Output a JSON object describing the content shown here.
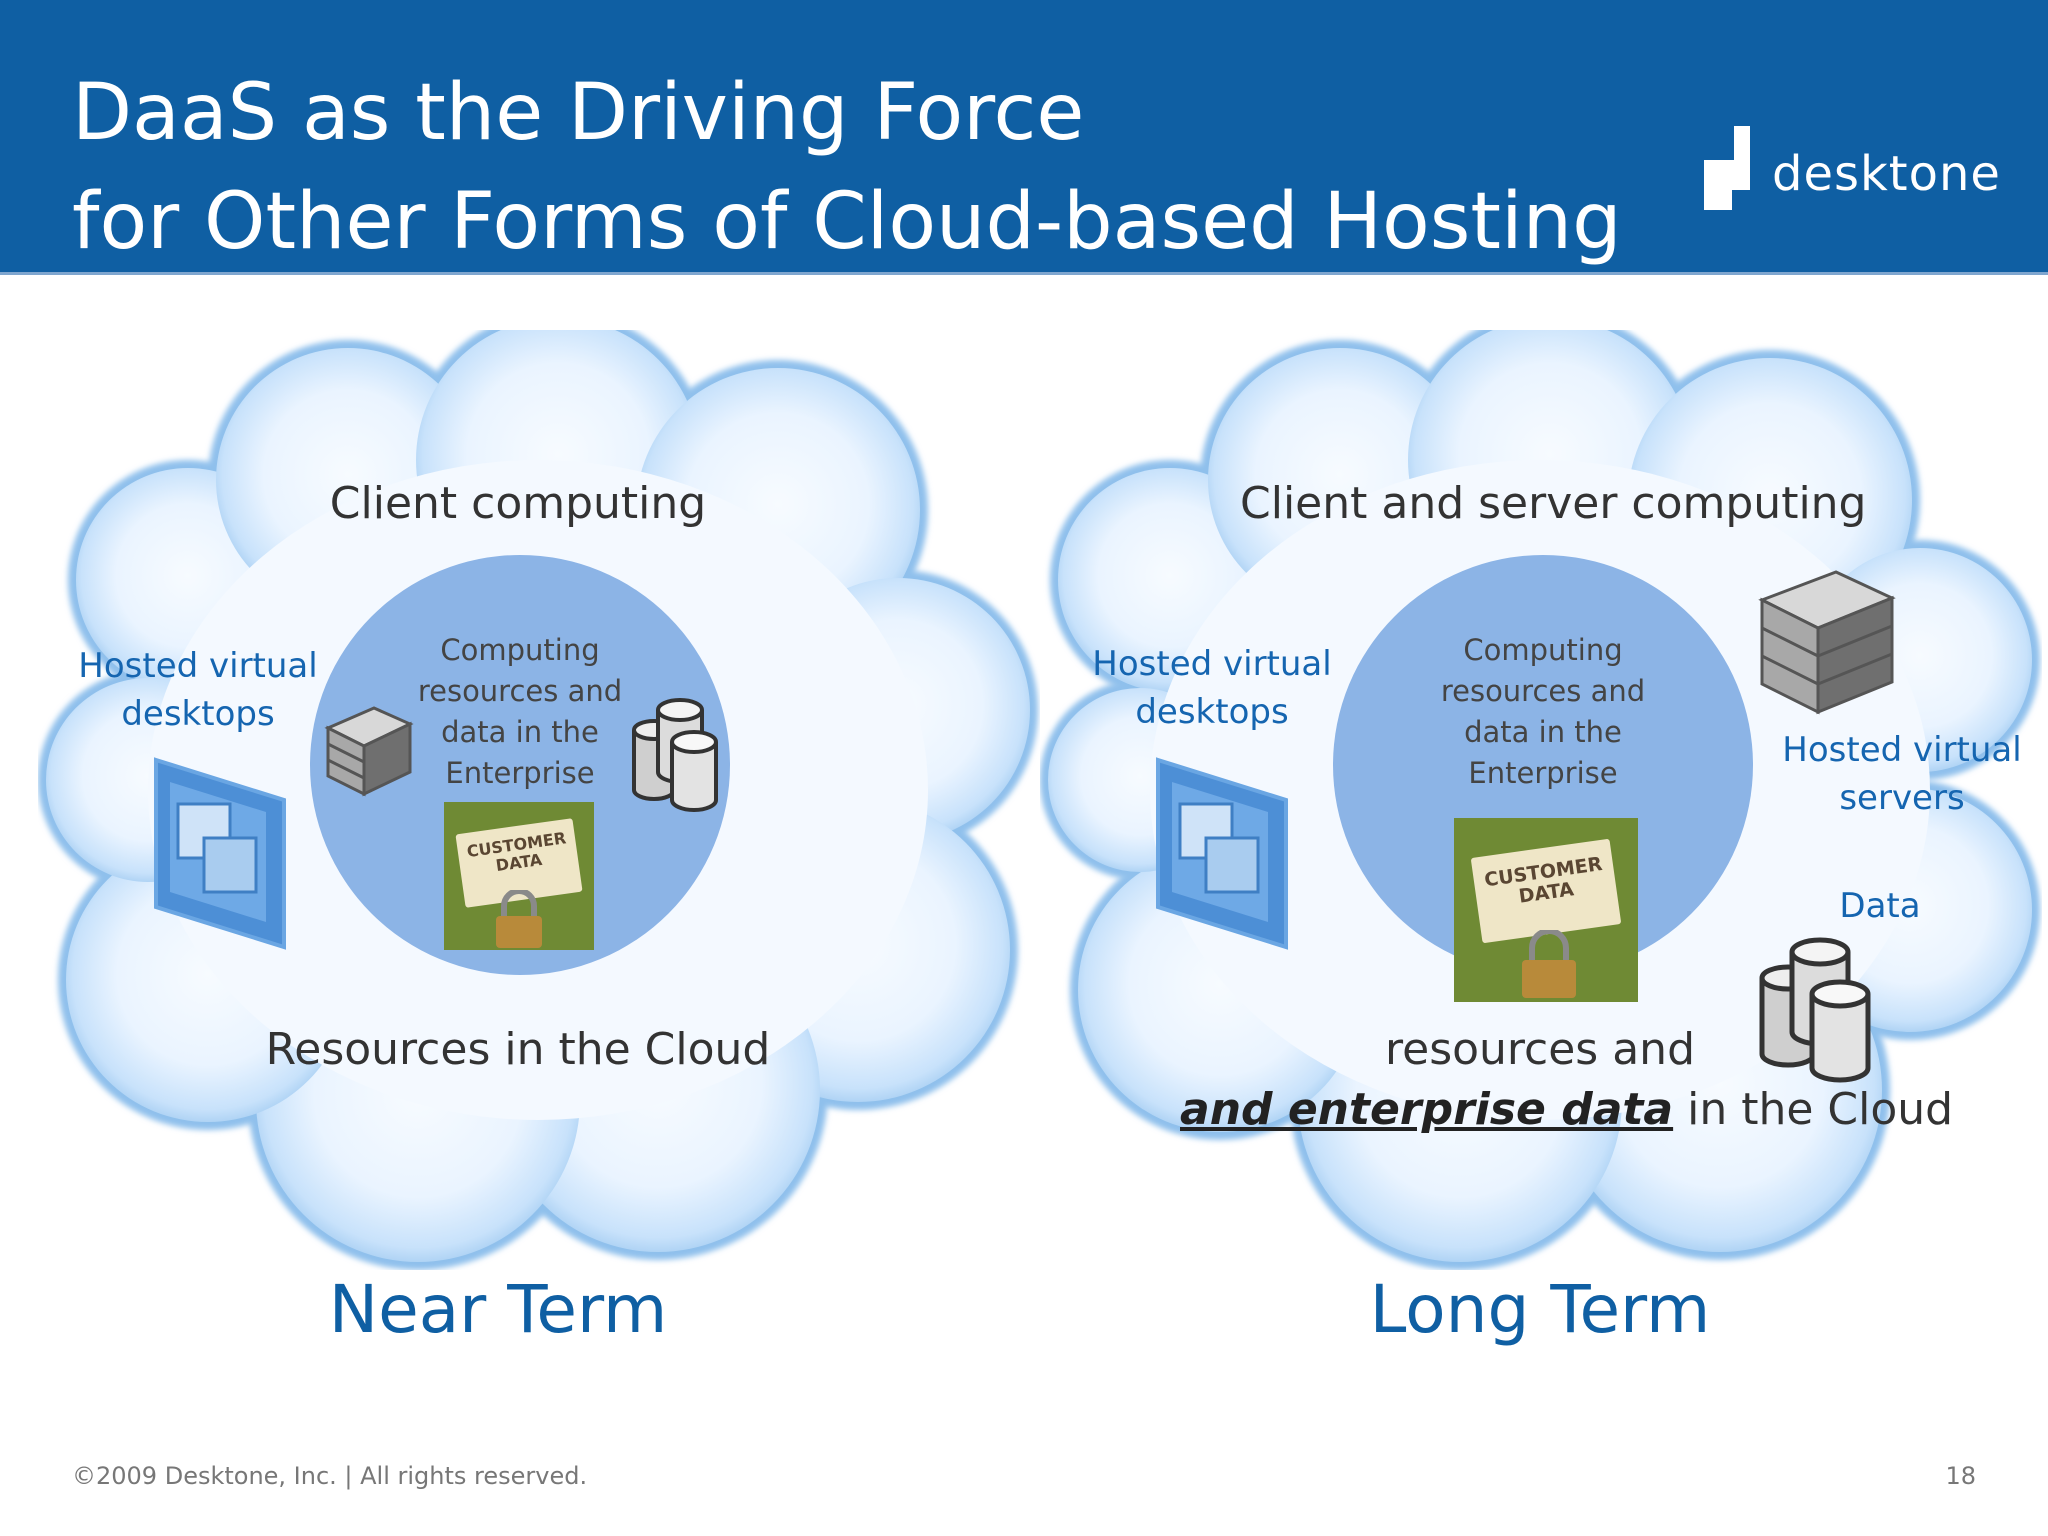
{
  "header": {
    "title_line_1": "DaaS as the Driving Force",
    "title_line_2": "for Other Forms of Cloud-based Hosting",
    "logo_text": "desktone"
  },
  "colors": {
    "header_bg": "#0f5fa3",
    "cloud_edge": "#8fc0ec",
    "cloud_center": "#f7fbff",
    "circle_fill": "#8cb4e6",
    "label_blue": "#1565b0",
    "term_blue": "#0f5fa3"
  },
  "near_term": {
    "heading": "Client computing",
    "hosted_label_line_1": "Hosted virtual",
    "hosted_label_line_2": "desktops",
    "circle_text_lines": [
      "Computing",
      "resources and",
      "data in the",
      "Enterprise"
    ],
    "photo_text_line_1": "CUSTOMER",
    "photo_text_line_2": "DATA",
    "footer_label": "Resources in the Cloud",
    "term_label": "Near Term"
  },
  "long_term": {
    "heading": "Client and server computing",
    "hosted_label_line_1": "Hosted virtual",
    "hosted_label_line_2": "desktops",
    "circle_text_lines": [
      "Computing",
      "resources and",
      "data in the",
      "Enterprise"
    ],
    "photo_text_line_1": "CUSTOMER",
    "photo_text_line_2": "DATA",
    "servers_label_line_1": "Hosted virtual",
    "servers_label_line_2": "servers",
    "data_label": "Data",
    "footer_line_1": "resources and",
    "footer_emphasis": "and enterprise data",
    "footer_suffix": " in the Cloud",
    "term_label": "Long Term"
  },
  "footer": {
    "copyright": "©2009 Desktone, Inc. | All rights reserved.",
    "page_number": "18"
  }
}
